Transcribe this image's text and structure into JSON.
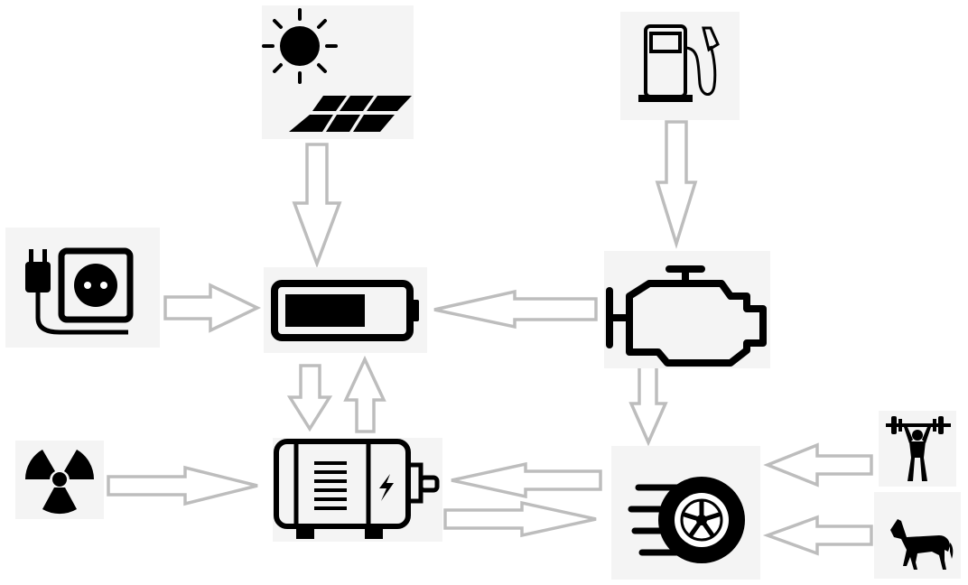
{
  "diagram": {
    "nodes": [
      {
        "id": "solar",
        "icon": "sun-solar-panel-icon"
      },
      {
        "id": "fuel",
        "icon": "fuel-pump-icon"
      },
      {
        "id": "outlet",
        "icon": "plug-outlet-icon"
      },
      {
        "id": "battery",
        "icon": "battery-icon"
      },
      {
        "id": "engine",
        "icon": "engine-icon"
      },
      {
        "id": "nuclear",
        "icon": "radiation-icon"
      },
      {
        "id": "motor",
        "icon": "electric-motor-icon"
      },
      {
        "id": "wheel",
        "icon": "wheel-icon"
      },
      {
        "id": "human",
        "icon": "weightlifter-icon"
      },
      {
        "id": "horse",
        "icon": "horse-icon"
      }
    ],
    "edges": [
      {
        "from": "solar",
        "to": "battery"
      },
      {
        "from": "fuel",
        "to": "engine"
      },
      {
        "from": "outlet",
        "to": "battery"
      },
      {
        "from": "engine",
        "to": "battery"
      },
      {
        "from": "battery",
        "to": "motor"
      },
      {
        "from": "motor",
        "to": "battery"
      },
      {
        "from": "engine",
        "to": "wheel"
      },
      {
        "from": "nuclear",
        "to": "motor"
      },
      {
        "from": "wheel",
        "to": "motor"
      },
      {
        "from": "motor",
        "to": "wheel"
      },
      {
        "from": "human",
        "to": "wheel"
      },
      {
        "from": "horse",
        "to": "wheel"
      }
    ],
    "colors": {
      "icon": "#000000",
      "tile": "#f4f4f4",
      "arrow_outline": "#bdbdbd",
      "arrow_fill": "#ffffff"
    }
  }
}
